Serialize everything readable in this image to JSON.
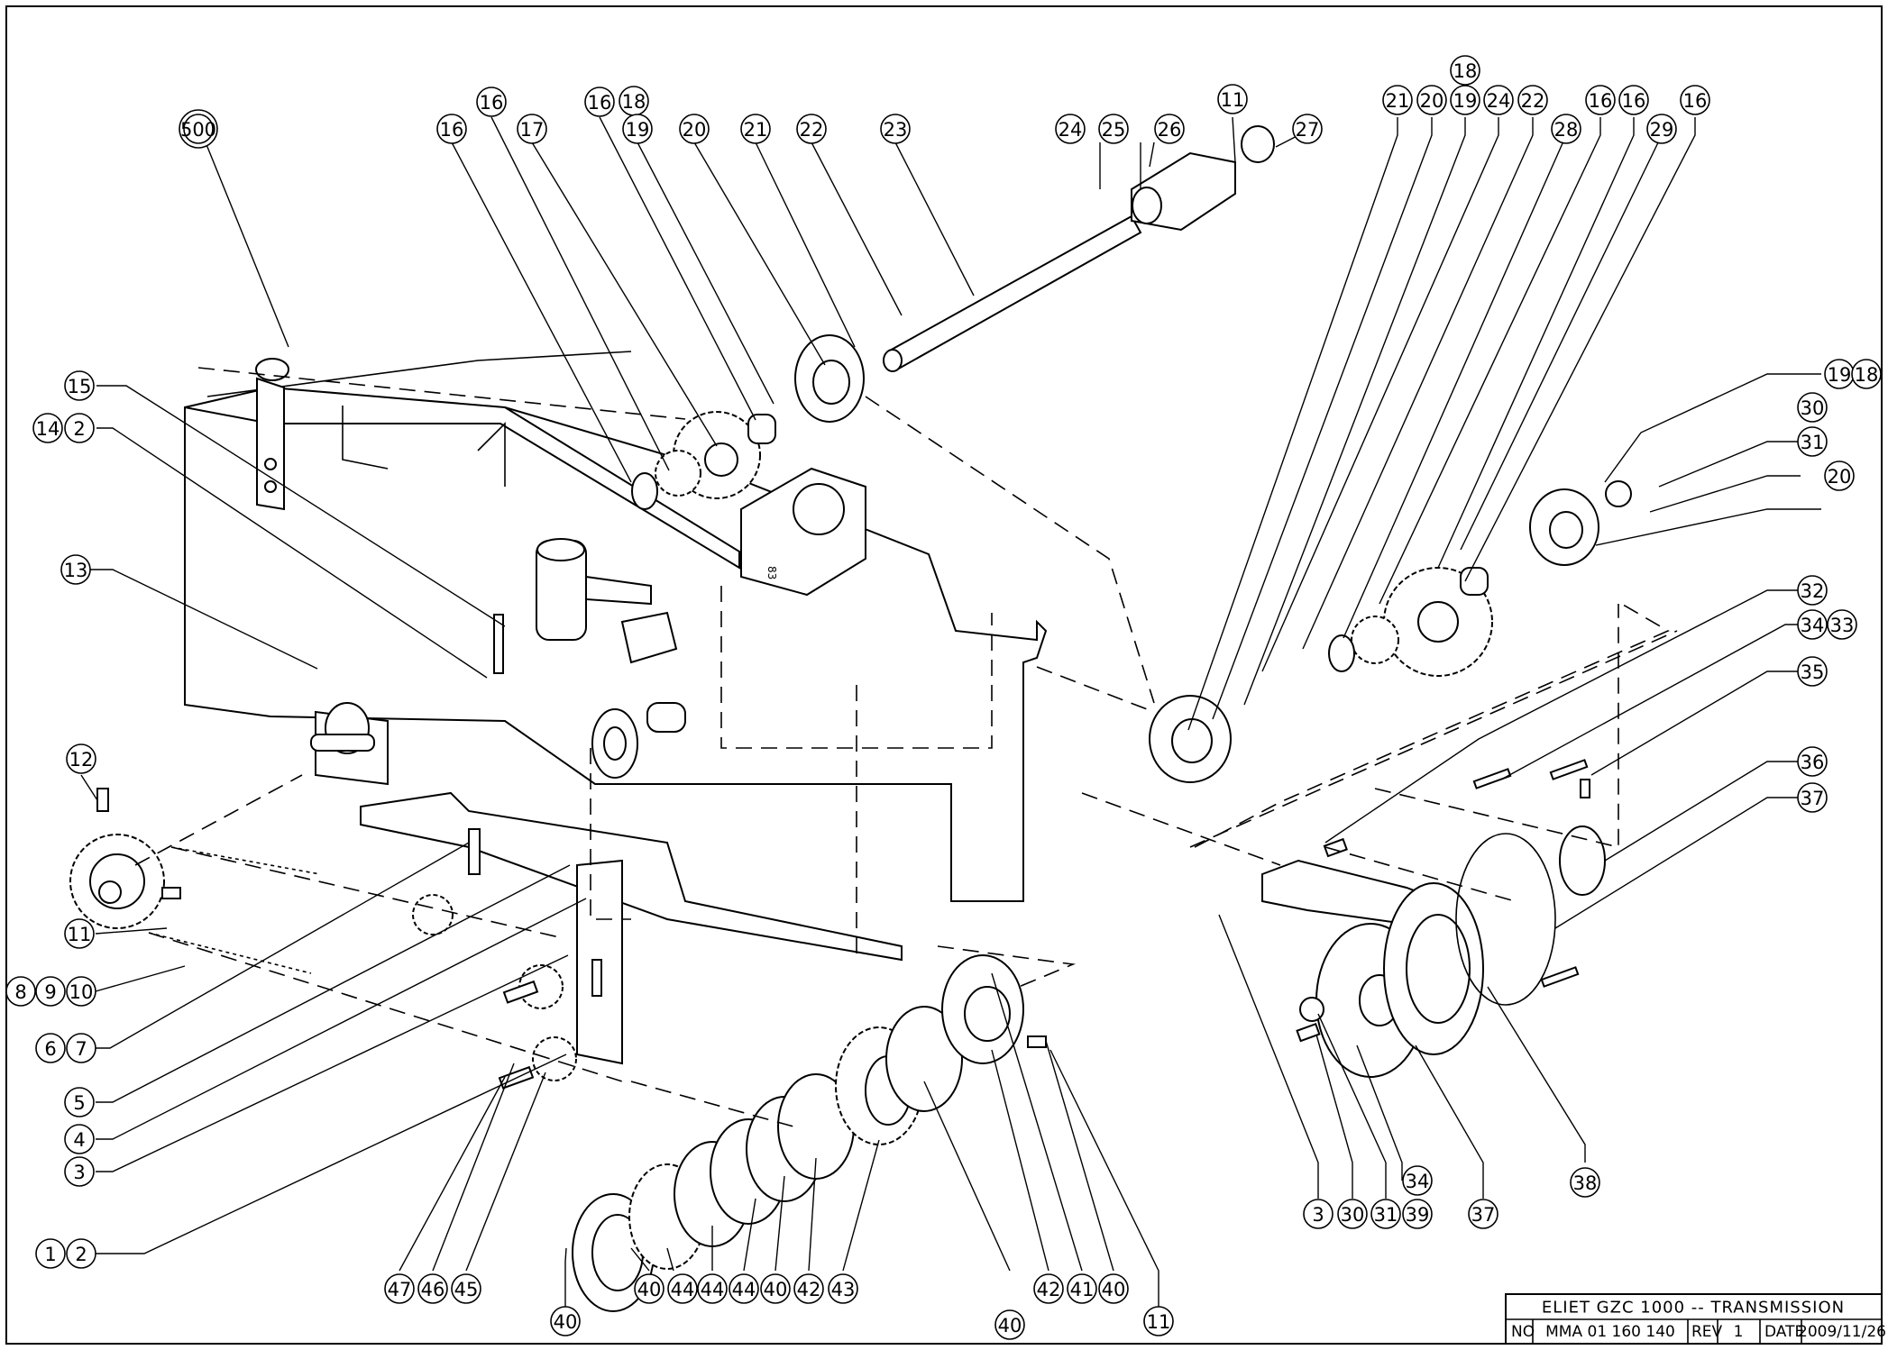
{
  "title_block": {
    "title": "ELIET GZC 1000 -- TRANSMISSION",
    "no_label": "NO",
    "number": "MMA 01 160 140",
    "rev_label": "REV",
    "rev": "1",
    "date_label": "DATE",
    "date": "2009/11/26"
  },
  "callouts": [
    {
      "id": "c500",
      "label": "500",
      "double": true
    },
    {
      "id": "c16a",
      "label": "16"
    },
    {
      "id": "c16b",
      "label": "16"
    },
    {
      "id": "c17",
      "label": "17"
    },
    {
      "id": "c16c",
      "label": "16"
    },
    {
      "id": "c18a",
      "label": "18"
    },
    {
      "id": "c19a",
      "label": "19"
    },
    {
      "id": "c20a",
      "label": "20"
    },
    {
      "id": "c21a",
      "label": "21"
    },
    {
      "id": "c22a",
      "label": "22"
    },
    {
      "id": "c23",
      "label": "23"
    },
    {
      "id": "c24a",
      "label": "24"
    },
    {
      "id": "c25",
      "label": "25"
    },
    {
      "id": "c26",
      "label": "26"
    },
    {
      "id": "c11a",
      "label": "11"
    },
    {
      "id": "c27",
      "label": "27"
    },
    {
      "id": "c18b",
      "label": "18"
    },
    {
      "id": "c21b",
      "label": "21"
    },
    {
      "id": "c20b",
      "label": "20"
    },
    {
      "id": "c19b",
      "label": "19"
    },
    {
      "id": "c24b",
      "label": "24"
    },
    {
      "id": "c22b",
      "label": "22"
    },
    {
      "id": "c28",
      "label": "28"
    },
    {
      "id": "c16d",
      "label": "16"
    },
    {
      "id": "c16e",
      "label": "16"
    },
    {
      "id": "c29",
      "label": "29"
    },
    {
      "id": "c16f",
      "label": "16"
    },
    {
      "id": "c15",
      "label": "15"
    },
    {
      "id": "c14",
      "label": "14"
    },
    {
      "id": "c2a",
      "label": "2"
    },
    {
      "id": "c13",
      "label": "13"
    },
    {
      "id": "c12",
      "label": "12"
    },
    {
      "id": "c11b",
      "label": "11"
    },
    {
      "id": "c8",
      "label": "8"
    },
    {
      "id": "c9",
      "label": "9"
    },
    {
      "id": "c10",
      "label": "10"
    },
    {
      "id": "c6",
      "label": "6"
    },
    {
      "id": "c7",
      "label": "7"
    },
    {
      "id": "c5",
      "label": "5"
    },
    {
      "id": "c4",
      "label": "4"
    },
    {
      "id": "c3a",
      "label": "3"
    },
    {
      "id": "c1",
      "label": "1"
    },
    {
      "id": "c2b",
      "label": "2"
    },
    {
      "id": "c47",
      "label": "47"
    },
    {
      "id": "c46",
      "label": "46"
    },
    {
      "id": "c45",
      "label": "45"
    },
    {
      "id": "c40a",
      "label": "40"
    },
    {
      "id": "c40b",
      "label": "40"
    },
    {
      "id": "c44a",
      "label": "44"
    },
    {
      "id": "c44b",
      "label": "44"
    },
    {
      "id": "c44c",
      "label": "44"
    },
    {
      "id": "c40c",
      "label": "40"
    },
    {
      "id": "c42a",
      "label": "42"
    },
    {
      "id": "c43",
      "label": "43"
    },
    {
      "id": "c40d",
      "label": "40"
    },
    {
      "id": "c42b",
      "label": "42"
    },
    {
      "id": "c41",
      "label": "41"
    },
    {
      "id": "c40e",
      "label": "40"
    },
    {
      "id": "c11c",
      "label": "11"
    },
    {
      "id": "c19c",
      "label": "19"
    },
    {
      "id": "c18c",
      "label": "18"
    },
    {
      "id": "c30a",
      "label": "30"
    },
    {
      "id": "c31a",
      "label": "31"
    },
    {
      "id": "c20c",
      "label": "20"
    },
    {
      "id": "c32",
      "label": "32"
    },
    {
      "id": "c34a",
      "label": "34"
    },
    {
      "id": "c33",
      "label": "33"
    },
    {
      "id": "c35",
      "label": "35"
    },
    {
      "id": "c36",
      "label": "36"
    },
    {
      "id": "c37a",
      "label": "37"
    },
    {
      "id": "c3b",
      "label": "3"
    },
    {
      "id": "c30b",
      "label": "30"
    },
    {
      "id": "c31b",
      "label": "31"
    },
    {
      "id": "c34b",
      "label": "34"
    },
    {
      "id": "c39",
      "label": "39"
    },
    {
      "id": "c37b",
      "label": "37"
    },
    {
      "id": "c38",
      "label": "38"
    }
  ],
  "gear_hatch": {
    "symbol": "83"
  }
}
